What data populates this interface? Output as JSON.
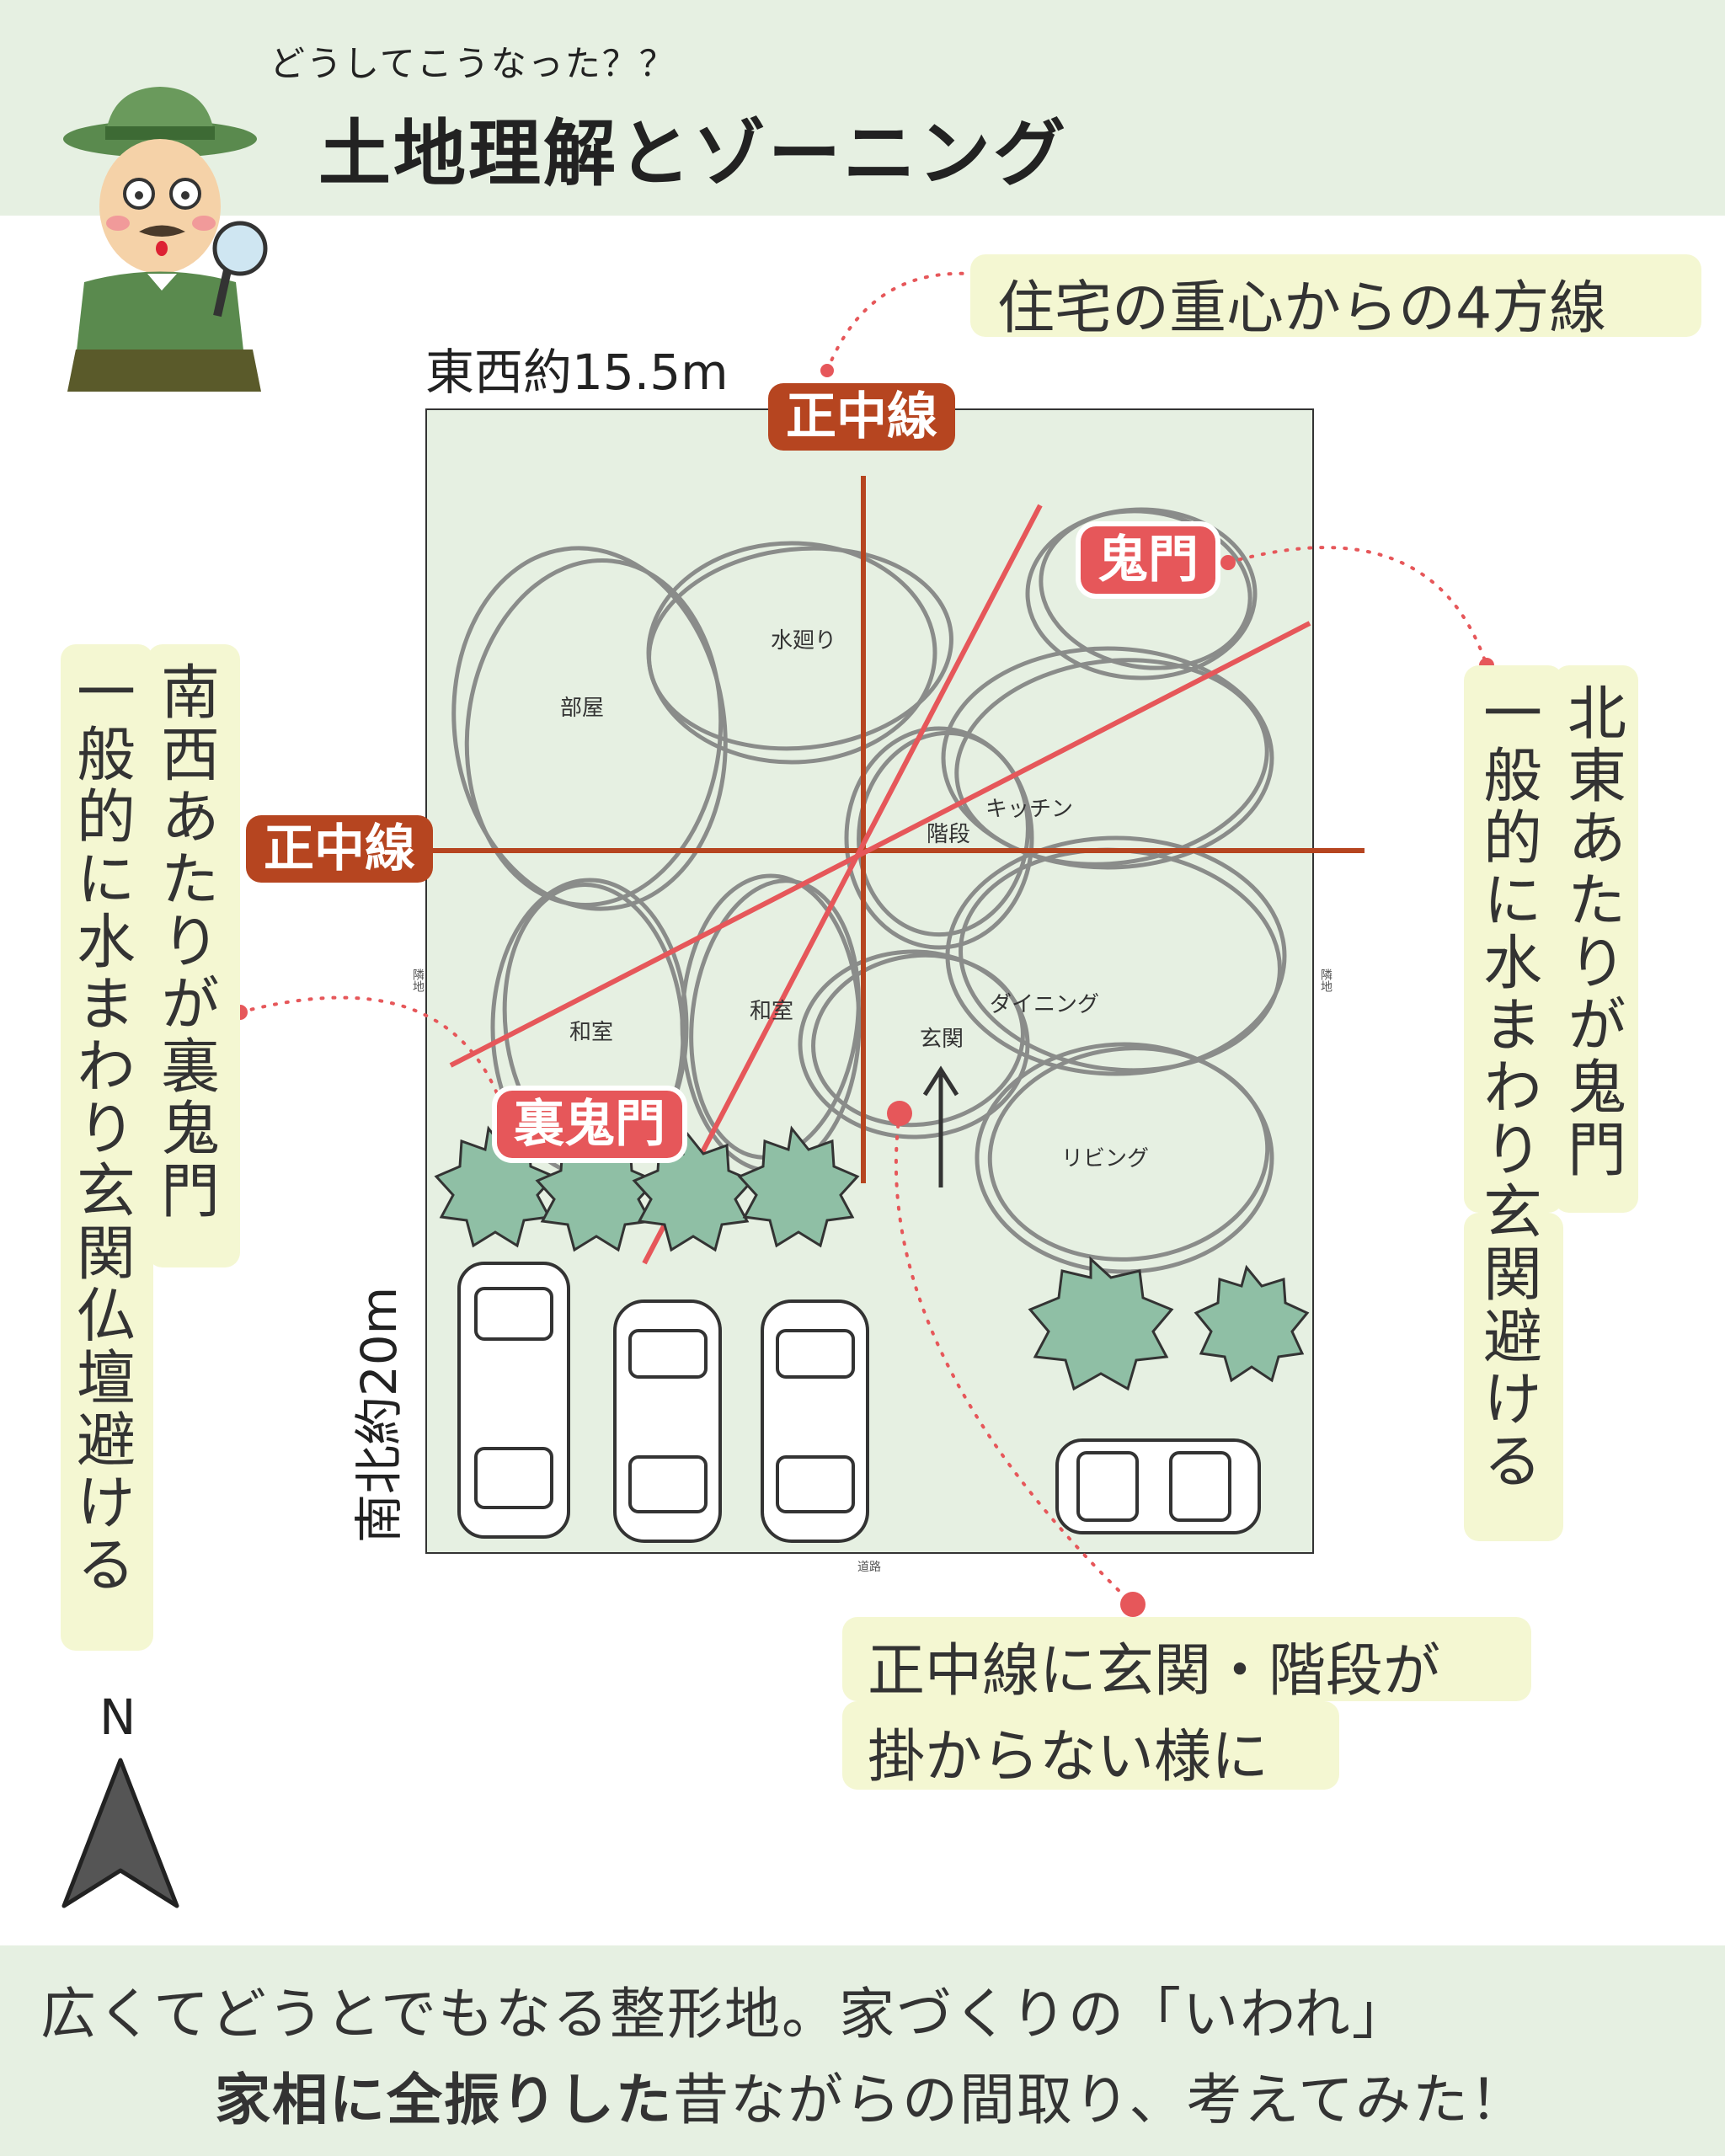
{
  "header": {
    "subtitle": "どうしてこうなった？？",
    "title": "土地理解とゾーニング"
  },
  "plan": {
    "width_label": "東西約15.5m",
    "depth_label": "南北約20m",
    "road_label": "道路",
    "boundary_label": "隣地",
    "rooms": [
      "水廻り",
      "部屋",
      "キッチン",
      "階段",
      "和室",
      "和室",
      "玄関",
      "ダイニング",
      "リビング"
    ],
    "badges": {
      "center_top": "正中線",
      "center_left": "正中線",
      "kimon": "鬼門",
      "ura_kimon": "裏鬼門"
    }
  },
  "callouts": {
    "four_lines": "住宅の重心からの4方線",
    "entrance_rule": [
      "正中線に玄関・階段が",
      "掛からない様に"
    ],
    "northeast": [
      "北東あたりが鬼門",
      "一般的に水まわり玄関避ける"
    ],
    "southwest": [
      "南西あたりが裏鬼門",
      "一般的に水まわり玄関仏壇避ける"
    ]
  },
  "compass": {
    "label": "N"
  },
  "footer": {
    "line1": "広くてどうとでもなる整形地。家づくりの「いわれ」",
    "line2_bold": "家相に全振りした",
    "line2_rest": "昔ながらの間取り、考えてみた！"
  },
  "colors": {
    "band_bg": "#e6f0e2",
    "plan_bg": "#e6f0e2",
    "highlight": "#f4f7d2",
    "center_line": "#b64520",
    "oni_line": "#e6575a",
    "tree": "#8fbfa5"
  },
  "icons": [
    "detective-character-icon",
    "north-arrow-icon",
    "tree-icon",
    "car-icon",
    "entrance-arrow-icon"
  ]
}
